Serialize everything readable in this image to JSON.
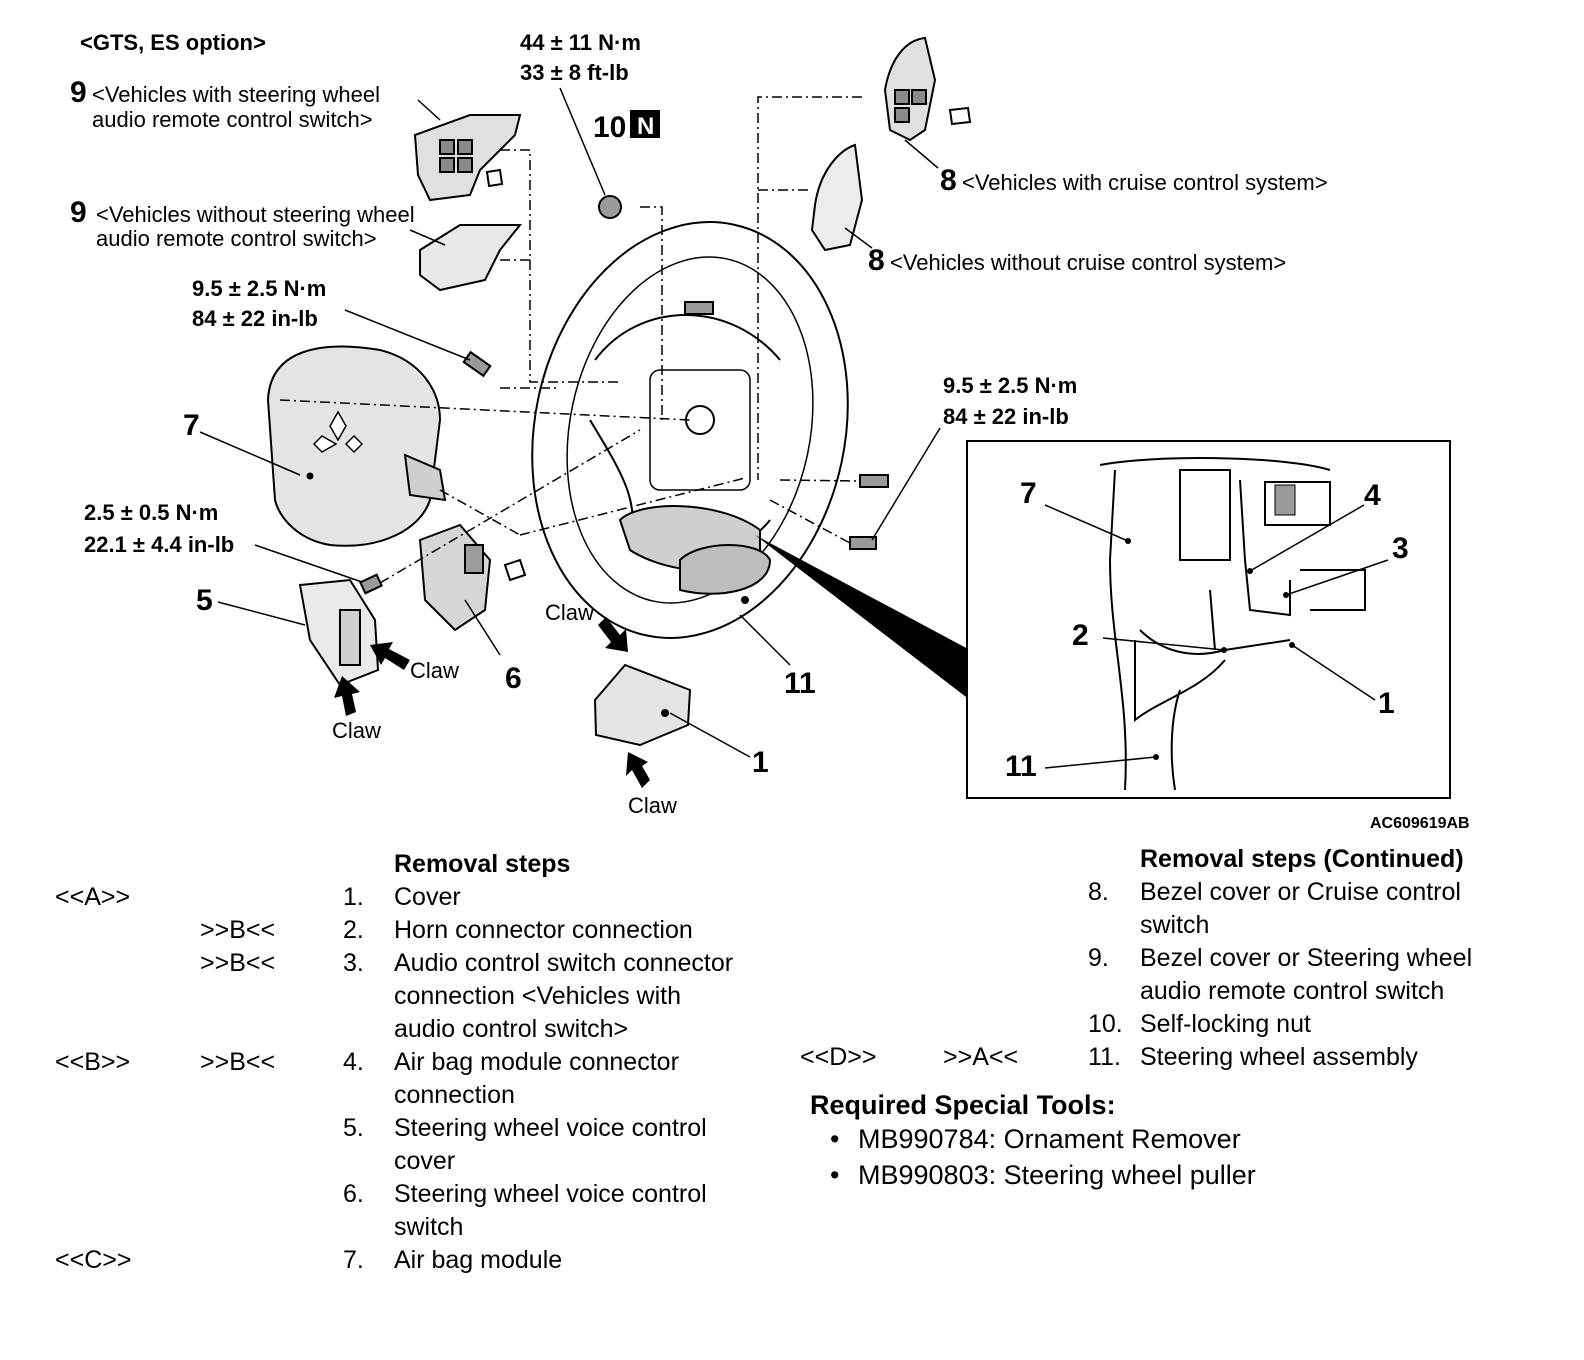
{
  "variant_label": "<GTS, ES option>",
  "torques": {
    "nut": [
      "44 ± 11 N·m",
      "33 ± 8 ft-lb"
    ],
    "bolt_left": [
      "9.5 ± 2.5 N·m",
      "84 ± 22 in-lb"
    ],
    "bolt_right": [
      "9.5 ± 2.5 N·m",
      "84 ± 22 in-lb"
    ],
    "screw": [
      "2.5 ± 0.5 N·m",
      "22.1 ± 4.4 in-lb"
    ]
  },
  "callouts": {
    "n9_with_num": "9",
    "n9_with_text1": "<Vehicles with steering wheel",
    "n9_with_text2": "audio remote control switch>",
    "n9_without_num": "9",
    "n9_without_text1": "<Vehicles without steering wheel",
    "n9_without_text2": "audio remote control switch>",
    "n10": "10",
    "n10_badge": "N",
    "n8_with_num": "8",
    "n8_with_text": "<Vehicles with cruise control system>",
    "n8_without_num": "8",
    "n8_without_text": "<Vehicles without cruise control system>",
    "n7": "7",
    "n5": "5",
    "n6": "6",
    "n11": "11",
    "n1": "1",
    "claw": "Claw"
  },
  "inset_callouts": {
    "n7": "7",
    "n4": "4",
    "n3": "3",
    "n2": "2",
    "n1": "1",
    "n11": "11"
  },
  "figure_id": "AC609619AB",
  "removal_steps": {
    "heading": "Removal steps",
    "rows": [
      {
        "left": "<<A>>",
        "mid": "",
        "num": "1.",
        "lines": [
          "Cover"
        ]
      },
      {
        "left": "",
        "mid": ">>B<<",
        "num": "2.",
        "lines": [
          "Horn connector connection"
        ]
      },
      {
        "left": "",
        "mid": ">>B<<",
        "num": "3.",
        "lines": [
          "Audio control switch connector",
          "connection <Vehicles with",
          "audio control switch>"
        ]
      },
      {
        "left": "<<B>>",
        "mid": ">>B<<",
        "num": "4.",
        "lines": [
          "Air bag module connector",
          "connection"
        ]
      },
      {
        "left": "",
        "mid": "",
        "num": "5.",
        "lines": [
          "Steering wheel voice control",
          "cover"
        ]
      },
      {
        "left": "",
        "mid": "",
        "num": "6.",
        "lines": [
          "Steering wheel voice control",
          "switch"
        ]
      },
      {
        "left": "<<C>>",
        "mid": "",
        "num": "7.",
        "lines": [
          "Air bag module"
        ]
      }
    ]
  },
  "removal_steps_continued": {
    "heading": "Removal steps (Continued)",
    "rows": [
      {
        "left": "",
        "mid": "",
        "num": "8.",
        "lines": [
          "Bezel cover or Cruise control",
          "switch"
        ]
      },
      {
        "left": "",
        "mid": "",
        "num": "9.",
        "lines": [
          "Bezel cover or Steering wheel",
          "audio remote control switch"
        ]
      },
      {
        "left": "",
        "mid": "",
        "num": "10.",
        "lines": [
          "Self-locking nut"
        ]
      },
      {
        "left": "<<D>>",
        "mid": ">>A<<",
        "num": "11.",
        "lines": [
          "Steering wheel assembly"
        ]
      }
    ]
  },
  "special_tools": {
    "title": "Required Special Tools:",
    "items": [
      "MB990784: Ornament Remover",
      "MB990803: Steering wheel puller"
    ]
  }
}
